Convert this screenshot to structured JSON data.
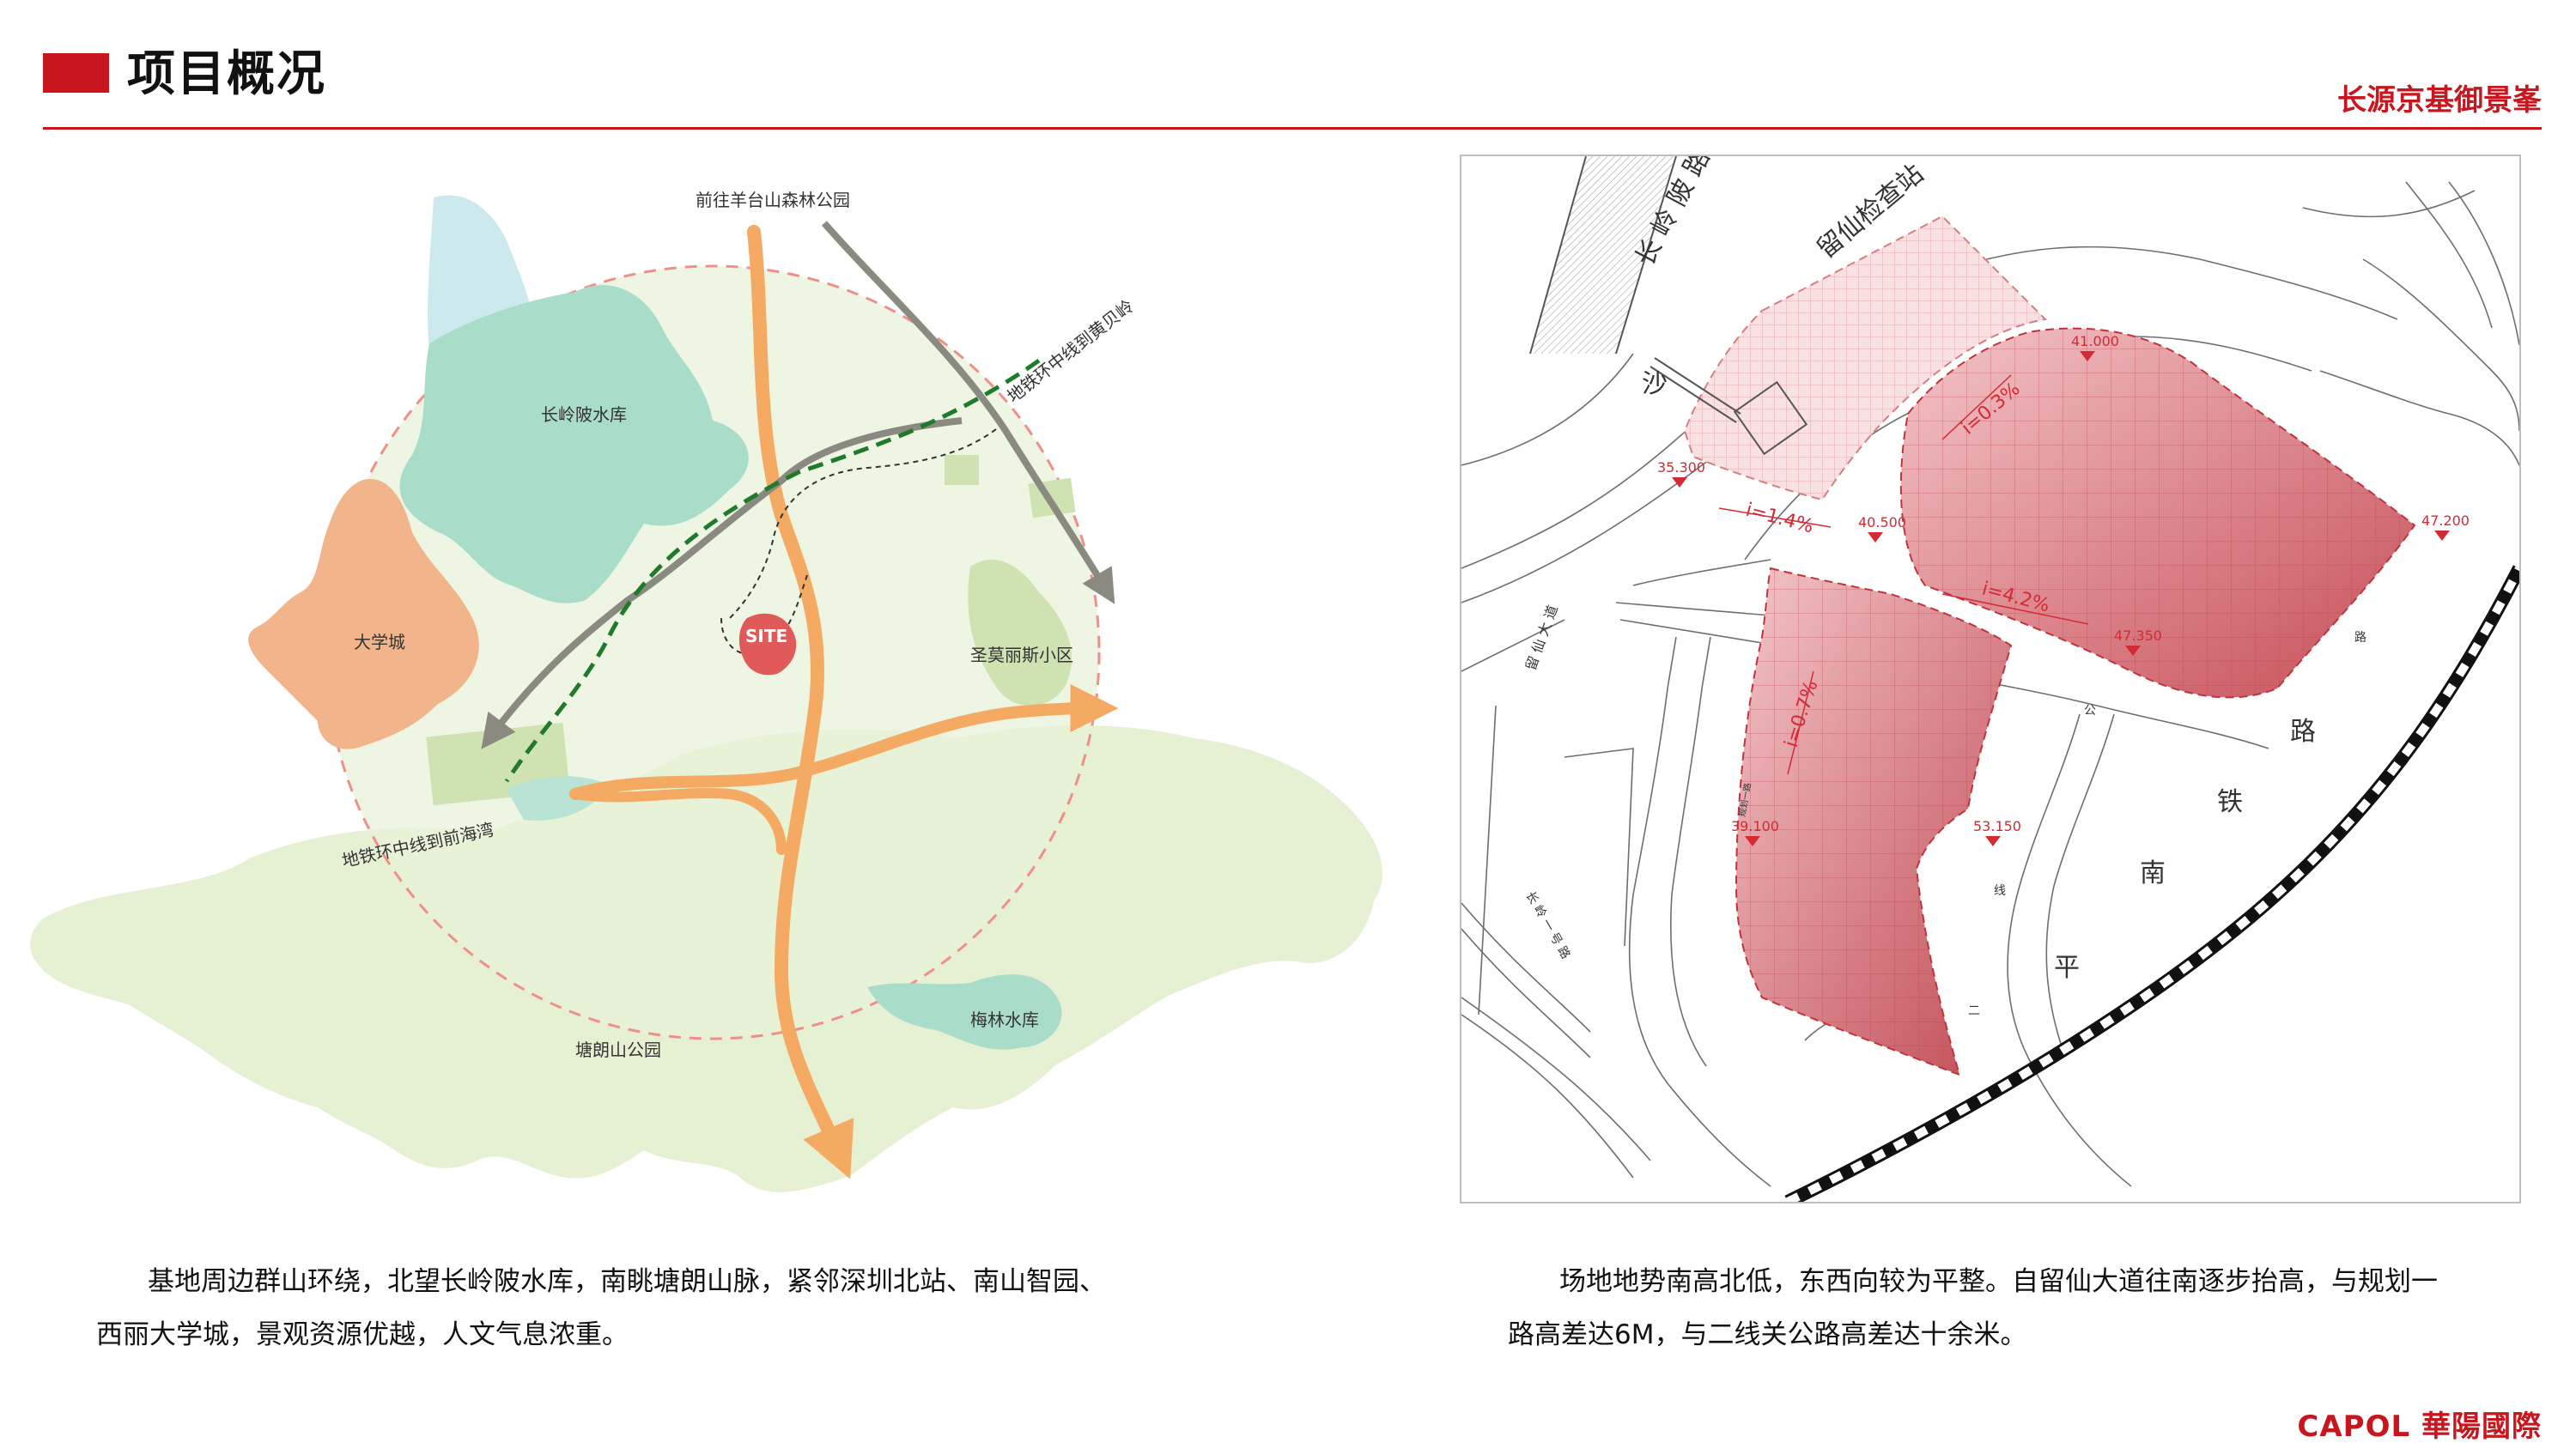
{
  "header": {
    "title": "项目概况",
    "brand": "长源京基御景峯"
  },
  "left_map": {
    "labels": {
      "north_road": "前往羊台山森林公园",
      "metro_north": "地铁环中线到黄贝岭",
      "reservoir_cll": "长岭陂水库",
      "university": "大学城",
      "site": "SITE",
      "community": "圣莫丽斯小区",
      "metro_south": "地铁环中线到前海湾",
      "tanglang_park": "塘朗山公园",
      "meilin_reservoir": "梅林水库"
    }
  },
  "right_map": {
    "roads": {
      "cll_road": "长 岭 陂 路",
      "checkpoint": "留仙检查站",
      "sha": "沙",
      "liuxian_dadao": "留 仙 大 道",
      "changling_road1": "长 岭 一 号 路",
      "plan_road": "规划一路",
      "erxian_a": "公",
      "erxian_b": "路",
      "erxian_c": "线",
      "erxian_d": "二",
      "rail_1": "平",
      "rail_2": "南",
      "rail_3": "铁",
      "rail_4": "路"
    },
    "elevations": {
      "e1": "35.300",
      "e2": "41.000",
      "e3": "40.500",
      "e4": "47.200",
      "e5": "47.350",
      "e6": "39.100",
      "e7": "53.150"
    },
    "slopes": {
      "s1": "i=1.4%",
      "s2": "i=0.3%",
      "s3": "i=4.2%",
      "s4": "i=0.7%"
    }
  },
  "captions": {
    "left": "基地周边群山环绕，北望长岭陂水库，南眺塘朗山脉，紧邻深圳北站、南山智园、西丽大学城，景观资源优越，人文气息浓重。",
    "right": "场地地势南高北低，东西向较为平整。自留仙大道往南逐步抬高，与规划一路高差达6M，与二线关公路高差达十余米。"
  },
  "footer": {
    "logo": "CAPOL 華陽國際"
  },
  "colors": {
    "accent": "#c8161e",
    "green_area": "#e3efcf",
    "reservoir": "#a9dcc9",
    "university": "#f1b48b",
    "orange_road": "#f5aa63",
    "gray_road": "#8a8a80",
    "metro": "#1f7a2a",
    "site": "#e05a5a"
  }
}
